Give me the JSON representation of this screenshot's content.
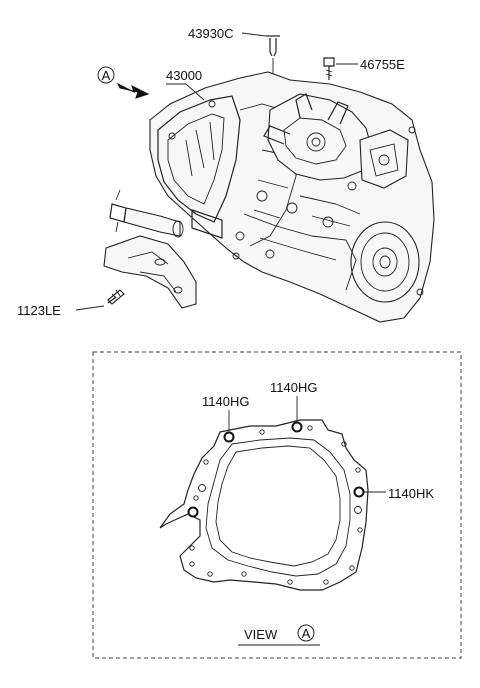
{
  "callouts": {
    "part_43930c": "43930C",
    "part_46755e": "46755E",
    "part_43000": "43000",
    "part_1123le": "1123LE",
    "hg_left": "1140HG",
    "hg_right": "1140HG",
    "hk": "1140HK"
  },
  "view_marker": {
    "letter": "A"
  },
  "view_caption": {
    "word": "VIEW",
    "letter": "A"
  }
}
